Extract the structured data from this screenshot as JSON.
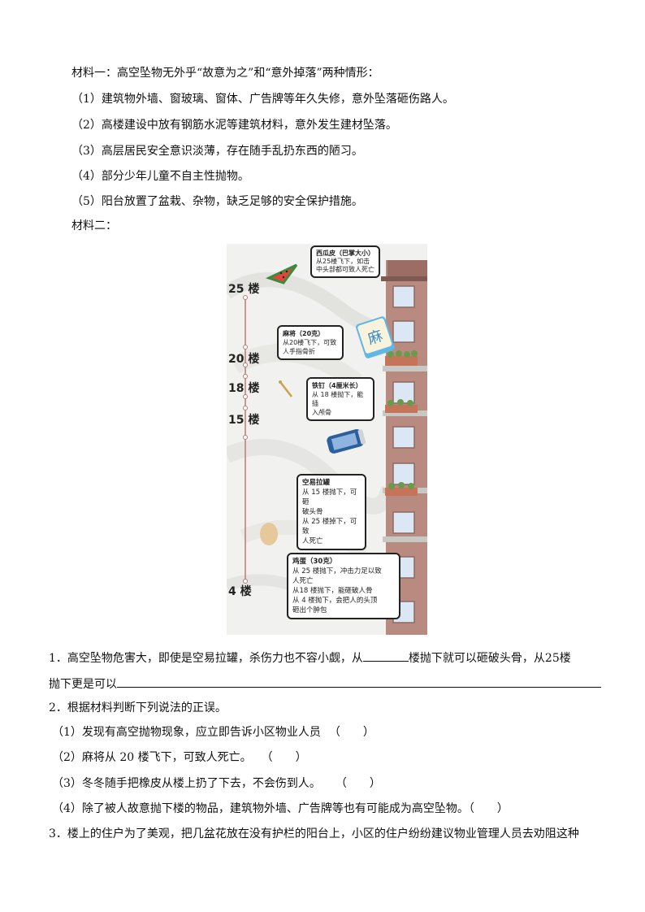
{
  "material1": {
    "title": "材料一：高空坠物无外乎“故意为之”和“意外掉落”两种情形：",
    "items": [
      "（1）建筑物外墙、窗玻璃、窗体、广告牌等年久失修，意外坠落砸伤路人。",
      "（2）高楼建设中放有钢筋水泥等建筑材料，意外发生建材坠落。",
      "（3）高层居民安全意识淡薄，存在随手乱扔东西的陋习。",
      "（4）部分少年儿童不自主性抛物。",
      "（5）阳台放置了盆栽、杂物，缺乏足够的安全保护措施。"
    ]
  },
  "material2": {
    "title": "材料二："
  },
  "infographic": {
    "floors": [
      "25 楼",
      "20 楼",
      "18 楼",
      "15 楼",
      "4 楼"
    ],
    "bubbles": {
      "watermelon": {
        "title": "西瓜皮（巴掌大小）",
        "lines": [
          "从25楼飞下，如击",
          "中头部都可致人死亡"
        ]
      },
      "mahjong": {
        "title": "麻将（20克）",
        "lines": [
          "从20楼飞下，可致",
          "人手指骨折"
        ]
      },
      "nail": {
        "title": "铁钉（4厘米长）",
        "lines": [
          "从 18 楼抛下，能插",
          "入颅骨"
        ]
      },
      "can": {
        "title": "空易拉罐",
        "lines": [
          "从 15 楼抛下，可砸",
          "破头骨",
          "从 25 楼掉下，可致",
          "人死亡"
        ]
      },
      "egg": {
        "title": "鸡蛋（30克）",
        "lines": [
          "从 25 楼抛下，冲击力足以致",
          "人死亡",
          "从18 楼抛下，能砸破人骨",
          "从  4  楼抛下，会把人的头顶",
          "砸出个肿包"
        ]
      }
    }
  },
  "questions": {
    "q1": {
      "part1": "1．高空坠物危害大，即使是空易拉罐，杀伤力也不容小觑，从",
      "part2": "楼抛下就可以砸破头骨，从25楼",
      "part3": "抛下更是可以"
    },
    "q2": {
      "stem": "2．根据材料判断下列说法的正误。",
      "items": [
        {
          "text": "（1）发现有高空抛物现象，应立即告诉小区物业人员",
          "paren": "（　　）"
        },
        {
          "text": "（2）麻将从 20 楼飞下，可致人死亡。",
          "paren": "（　　）"
        },
        {
          "text": "（3）冬冬随手把橡皮从楼上扔了下去，不会伤到人。",
          "paren": "（　　）"
        },
        {
          "text": "（4）除了被人故意抛下楼的物品，建筑物外墙、广告牌等也有可能成为高空坠物。",
          "paren": "（　　）"
        }
      ]
    },
    "q3": {
      "text": "3．楼上的住户为了美观，把几盆花放在没有护栏的阳台上，小区的住户纷纷建议物业管理人员去劝阻这种"
    }
  }
}
